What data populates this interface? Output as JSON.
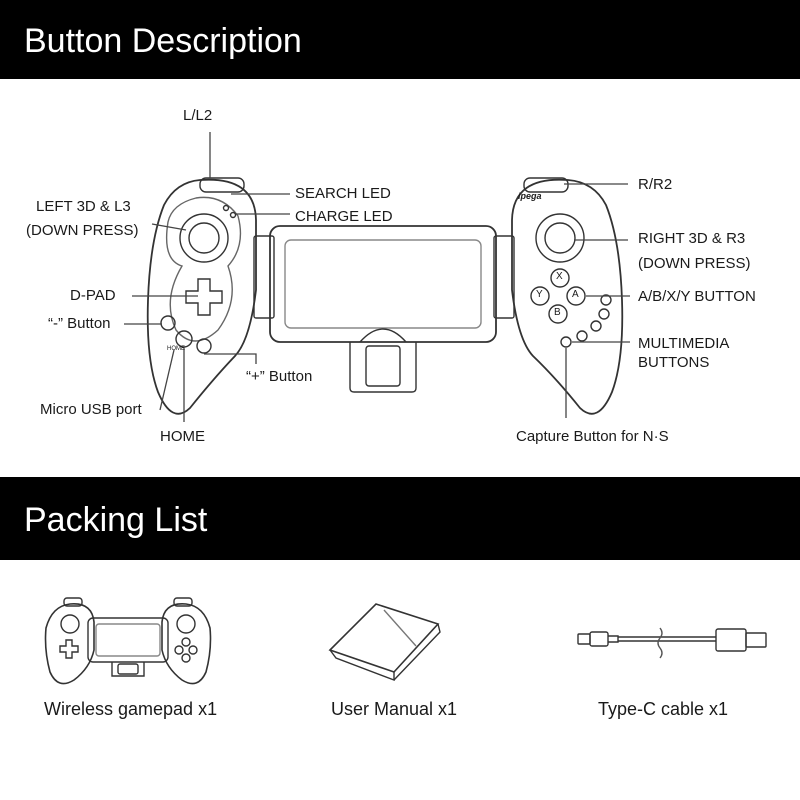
{
  "sections": {
    "button_description": "Button Description",
    "packing_list": "Packing List"
  },
  "labels": {
    "l_l2": "L/L2",
    "left_3d_l3": "LEFT 3D & L3",
    "left_down_press": "(DOWN PRESS)",
    "d_pad": "D-PAD",
    "minus_button": "“-” Button",
    "micro_usb": "Micro USB port",
    "home": "HOME",
    "plus_button": "“+” Button",
    "search_led": "SEARCH LED",
    "charge_led": "CHARGE LED",
    "r_r2": "R/R2",
    "right_3d_r3": "RIGHT 3D & R3",
    "right_down_press": "(DOWN PRESS)",
    "abxy_button": "A/B/X/Y  BUTTON",
    "multimedia_1": "MULTIMEDIA",
    "multimedia_2": "BUTTONS",
    "capture_button": "Capture Button for N·S"
  },
  "controller_marks": {
    "brand": "ipega",
    "home_small": "HOME",
    "btn_x": "X",
    "btn_y": "Y",
    "btn_a": "A",
    "btn_b": "B"
  },
  "packing_items": [
    {
      "label": "Wireless gamepad x1",
      "icon": "gamepad-icon"
    },
    {
      "label": "User Manual x1",
      "icon": "manual-icon"
    },
    {
      "label": "Type-C cable x1",
      "icon": "cable-icon"
    }
  ]
}
